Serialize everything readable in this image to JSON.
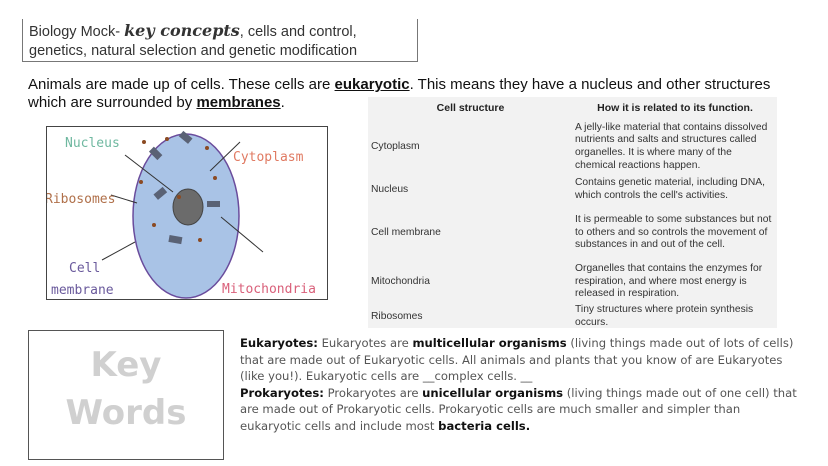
{
  "title": {
    "pre": "Biology Mock- ",
    "key": "key concepts",
    "post": ", cells and control,",
    "line2": "genetics, natural selection and genetic modification"
  },
  "intro": {
    "t1": "Animals are made up of cells. These cells are ",
    "b1": "eukaryotic",
    "t2": ". This means they have a nucleus and other structures which are surrounded by ",
    "b2": "membranes",
    "t3": "."
  },
  "diagram": {
    "labels": {
      "nucleus": "Nucleus",
      "cytoplasm": "Cytoplasm",
      "ribosomes": "Ribosomes",
      "cell": "Cell",
      "membrane": "membrane",
      "mitochondria": "Mitochondria"
    },
    "colors": {
      "cell_fill": "#a9c3e6",
      "membrane": "#6a4c9c",
      "nucleus": "#6b6b6b"
    }
  },
  "table": {
    "headers": [
      "Cell structure",
      "How it is related to its function."
    ],
    "rows": [
      {
        "structure": "Cytoplasm",
        "function": "A jelly-like material that contains dissolved nutrients and salts and structures called organelles. It is where many of the chemical reactions happen."
      },
      {
        "structure": "Nucleus",
        "function": "Contains genetic material, including DNA, which controls the cell's activities."
      },
      {
        "structure": "Cell membrane",
        "function": "It is permeable to some substances but not to others and so controls the movement of substances in and out of the cell."
      },
      {
        "structure": "Mitochondria",
        "function": "Organelles that contains the enzymes for respiration, and where most energy is released in respiration."
      },
      {
        "structure": "Ribosomes",
        "function": "Tiny structures where protein synthesis occurs."
      }
    ]
  },
  "keywords": {
    "line1": "Key",
    "line2": "Words"
  },
  "definitions": {
    "euk_label": "Eukaryotes:",
    "euk_t1": " Eukaryotes are ",
    "euk_b1": "multicellular organisms",
    "euk_t2": " (living things made out of lots of cells) that are made out of Eukaryotic cells. All animals and plants that you know of are Eukaryotes (like you!). Eukaryotic cells are __complex cells. __",
    "pro_label": "Prokaryotes:",
    "pro_t1": " Prokaryotes are ",
    "pro_b1": "unicellular organisms",
    "pro_t2": " (living things made out of one cell) that are made out of Prokaryotic cells. Prokaryotic cells are much smaller and simpler than eukaryotic cells and include most ",
    "pro_b2": "bacteria cells."
  }
}
